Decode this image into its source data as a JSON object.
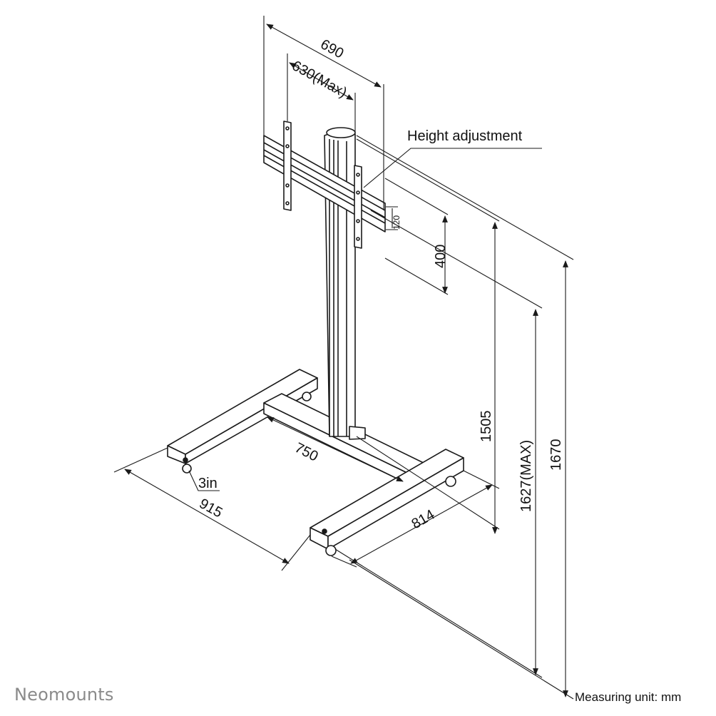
{
  "brand": {
    "name": "Neomounts"
  },
  "note": {
    "measuring_unit": "Measuring unit: mm"
  },
  "callout": {
    "height_adjustment": "Height adjustment"
  },
  "dimensions": {
    "width_total": "690",
    "width_max": "630(Max)",
    "vesa_height": "400",
    "small_gap": "120",
    "base_width": "915",
    "inner_width": "750",
    "base_depth": "814",
    "caster": "3in",
    "height_1505": "1505",
    "height_1627": "1627(MAX)",
    "height_1670": "1670"
  },
  "colors": {
    "line": "#1a1a1a",
    "fill": "#ffffff",
    "brand": "#8a8a8a"
  }
}
